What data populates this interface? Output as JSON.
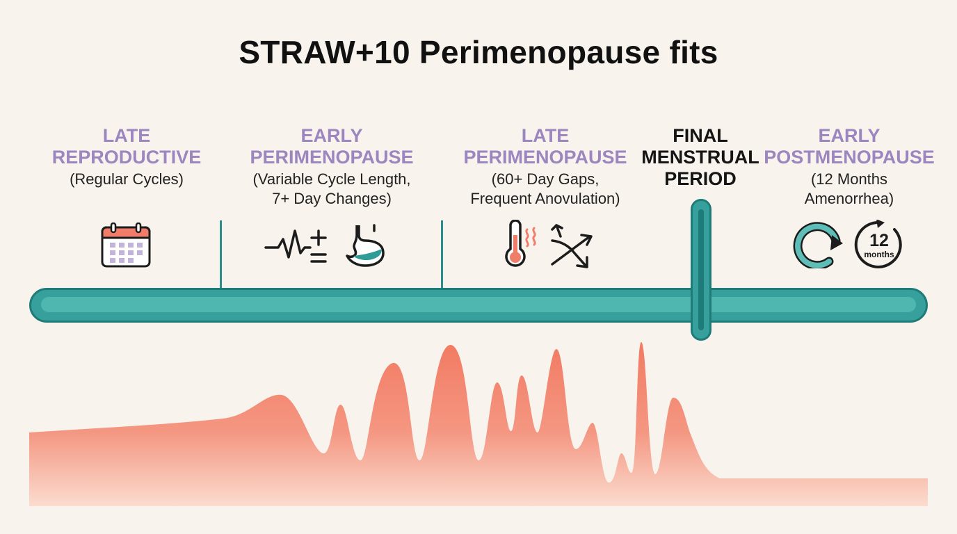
{
  "title": "STRAW+10 Perimenopause fits",
  "stages": [
    {
      "name_line1": "LATE",
      "name_line2": "REPRODUCTIVE",
      "desc_line1": "(Regular Cycles)",
      "desc_line2": ""
    },
    {
      "name_line1": "EARLY",
      "name_line2": "PERIMENOPAUSE",
      "desc_line1": "(Variable Cycle Length,",
      "desc_line2": "7+ Day Changes)"
    },
    {
      "name_line1": "LATE",
      "name_line2": "PERIMENOPAUSE",
      "desc_line1": "(60+ Day Gaps,",
      "desc_line2": "Frequent Anovulation)"
    },
    {
      "name_line1": "FINAL",
      "name_line2": "MENSTRUAL",
      "name_line3": "PERIOD"
    },
    {
      "name_line1": "EARLY",
      "name_line2": "POSTMENOPAUSE",
      "desc_line1": "(12 Months",
      "desc_line2": "Amenorrhea)"
    }
  ],
  "icons": {
    "late_reproductive": [
      "calendar-icon"
    ],
    "early_perimenopause": [
      "heartbeat-plus-minus-icon",
      "stomach-icon"
    ],
    "late_perimenopause": [
      "thermometer-heat-icon",
      "shuffle-arrows-icon"
    ],
    "early_postmenopause": [
      "cycle-arrow-icon",
      "twelve-months-clock-icon"
    ]
  },
  "clock": {
    "number": "12",
    "unit": "months"
  },
  "colors": {
    "background": "#f8f3ec",
    "stage_label": "#9b86bf",
    "timeline_teal": "#37a09c",
    "hormone_wave": "#f27a62"
  }
}
